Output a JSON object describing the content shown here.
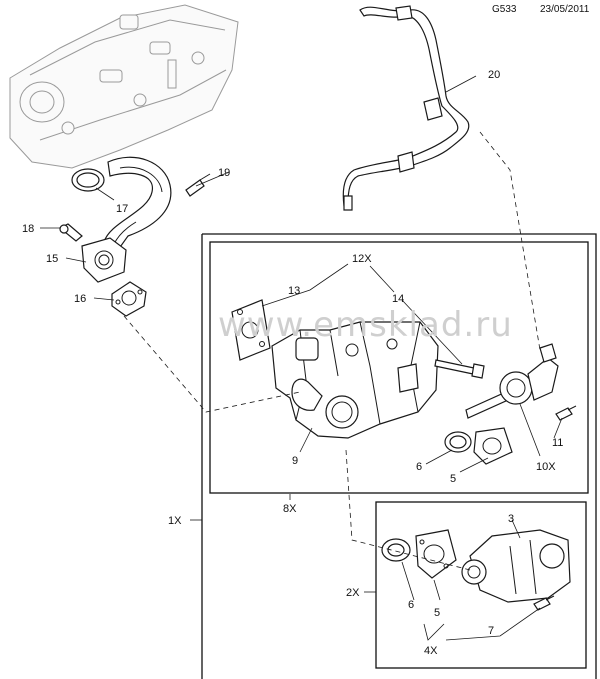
{
  "header": {
    "code": "G533",
    "date": "23/05/2011"
  },
  "watermark": "www.emsklad.ru",
  "callouts": {
    "c1X": "1X",
    "c2X": "2X",
    "c3": "3",
    "c4X": "4X",
    "c5a": "5",
    "c5b": "5",
    "c6a": "6",
    "c6b": "6",
    "c7": "7",
    "c8X": "8X",
    "c9": "9",
    "c10X": "10X",
    "c11": "11",
    "c12X": "12X",
    "c13": "13",
    "c14": "14",
    "c15": "15",
    "c16": "16",
    "c17": "17",
    "c18": "18",
    "c19": "19",
    "c20": "20"
  }
}
